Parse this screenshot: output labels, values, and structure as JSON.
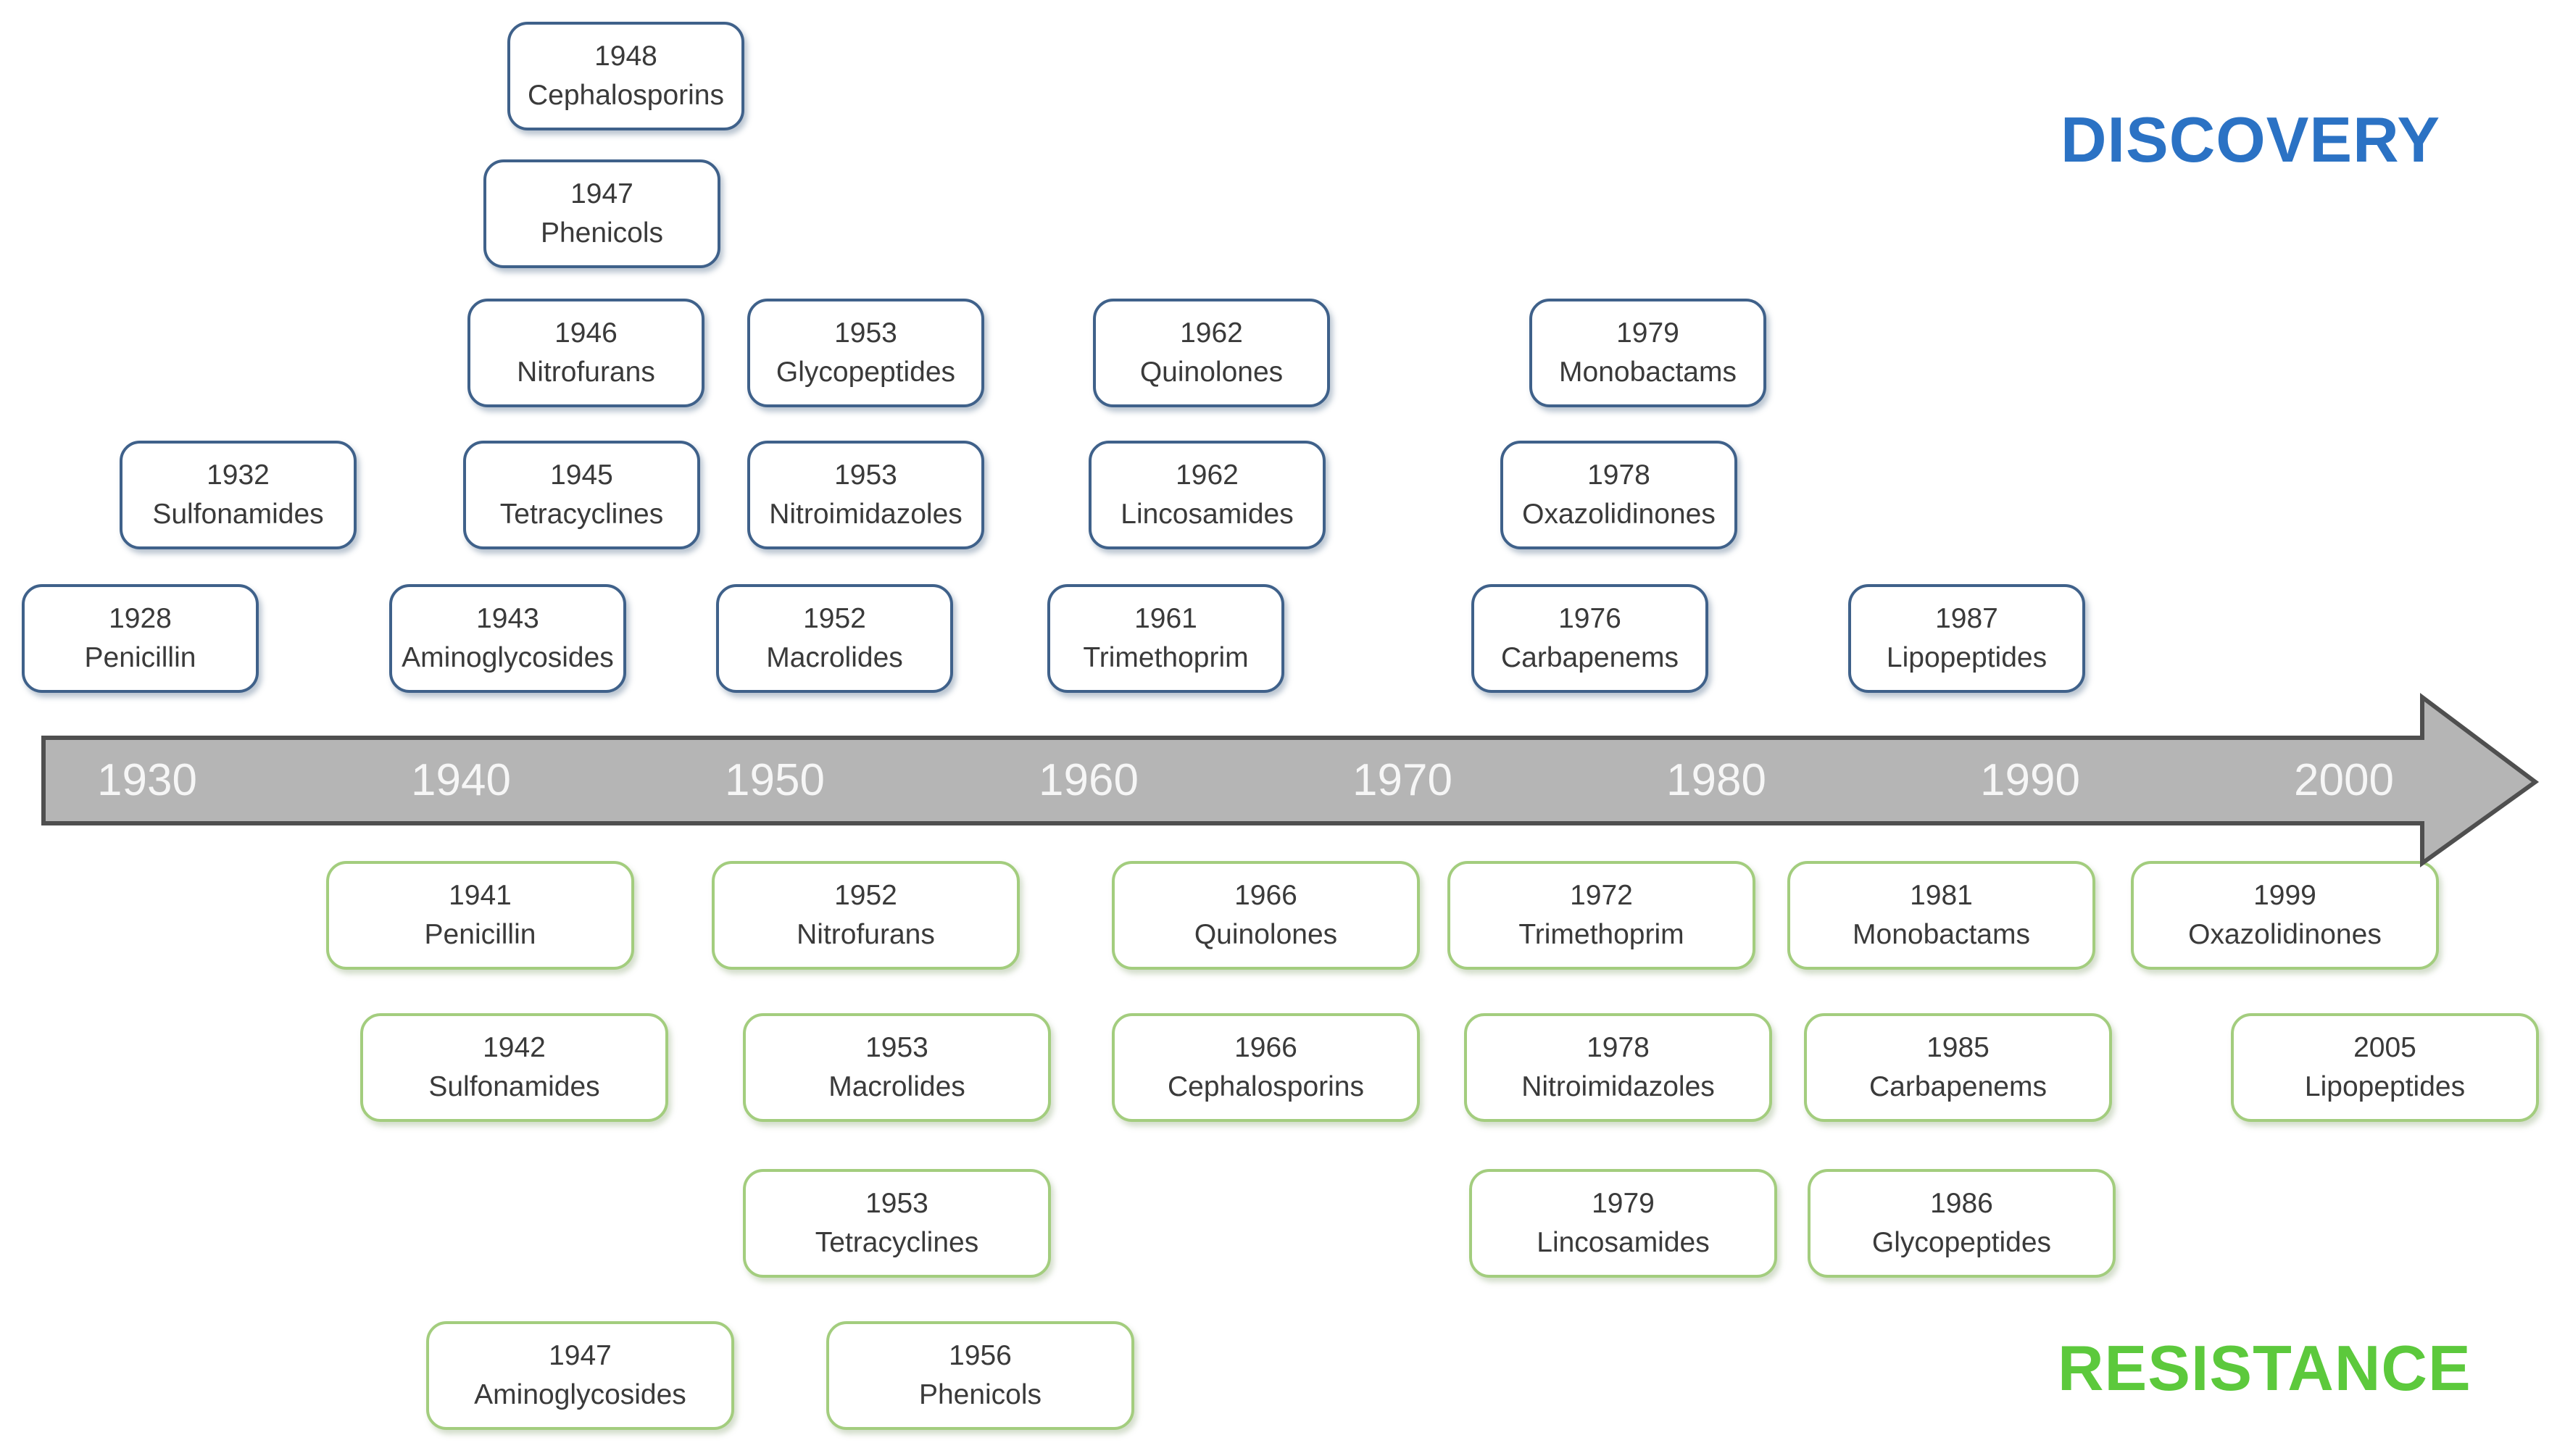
{
  "discovery": {
    "title": "DISCOVERY",
    "items": [
      {
        "year": "1948",
        "label": "Cephalosporins"
      },
      {
        "year": "1947",
        "label": "Phenicols"
      },
      {
        "year": "1946",
        "label": "Nitrofurans"
      },
      {
        "year": "1953",
        "label": "Glycopeptides"
      },
      {
        "year": "1962",
        "label": "Quinolones"
      },
      {
        "year": "1979",
        "label": "Monobactams"
      },
      {
        "year": "1932",
        "label": "Sulfonamides"
      },
      {
        "year": "1945",
        "label": "Tetracyclines"
      },
      {
        "year": "1953",
        "label": "Nitroimidazoles"
      },
      {
        "year": "1962",
        "label": "Lincosamides"
      },
      {
        "year": "1978",
        "label": "Oxazolidinones"
      },
      {
        "year": "1928",
        "label": "Penicillin"
      },
      {
        "year": "1943",
        "label": "Aminoglycosides"
      },
      {
        "year": "1952",
        "label": "Macrolides"
      },
      {
        "year": "1961",
        "label": "Trimethoprim"
      },
      {
        "year": "1976",
        "label": "Carbapenems"
      },
      {
        "year": "1987",
        "label": "Lipopeptides"
      }
    ]
  },
  "resistance": {
    "title": "RESISTANCE",
    "items": [
      {
        "year": "1941",
        "label": "Penicillin"
      },
      {
        "year": "1952",
        "label": "Nitrofurans"
      },
      {
        "year": "1966",
        "label": "Quinolones"
      },
      {
        "year": "1972",
        "label": "Trimethoprim"
      },
      {
        "year": "1981",
        "label": "Monobactams"
      },
      {
        "year": "1999",
        "label": "Oxazolidinones"
      },
      {
        "year": "1942",
        "label": "Sulfonamides"
      },
      {
        "year": "1953",
        "label": "Macrolides"
      },
      {
        "year": "1966",
        "label": "Cephalosporins"
      },
      {
        "year": "1978",
        "label": "Nitroimidazoles"
      },
      {
        "year": "1985",
        "label": "Carbapenems"
      },
      {
        "year": "2005",
        "label": "Lipopeptides"
      },
      {
        "year": "1953",
        "label": "Tetracyclines"
      },
      {
        "year": "1979",
        "label": "Lincosamides"
      },
      {
        "year": "1986",
        "label": "Glycopeptides"
      },
      {
        "year": "1947",
        "label": "Aminoglycosides"
      },
      {
        "year": "1956",
        "label": "Phenicols"
      }
    ]
  },
  "timeline": {
    "decades": [
      "1930",
      "1940",
      "1950",
      "1960",
      "1970",
      "1980",
      "1990",
      "2000"
    ]
  },
  "colors": {
    "discovery_title": "#2b72c4",
    "resistance_title": "#5cc93c",
    "discovery_box_border": "#3f618a",
    "resistance_box_border": "#a3cd7e",
    "box_text": "#3a3a3a",
    "arrow_fill": "#b5b5b5",
    "arrow_stroke": "#4f4f4f",
    "decade_text": "#f6f6f6"
  }
}
